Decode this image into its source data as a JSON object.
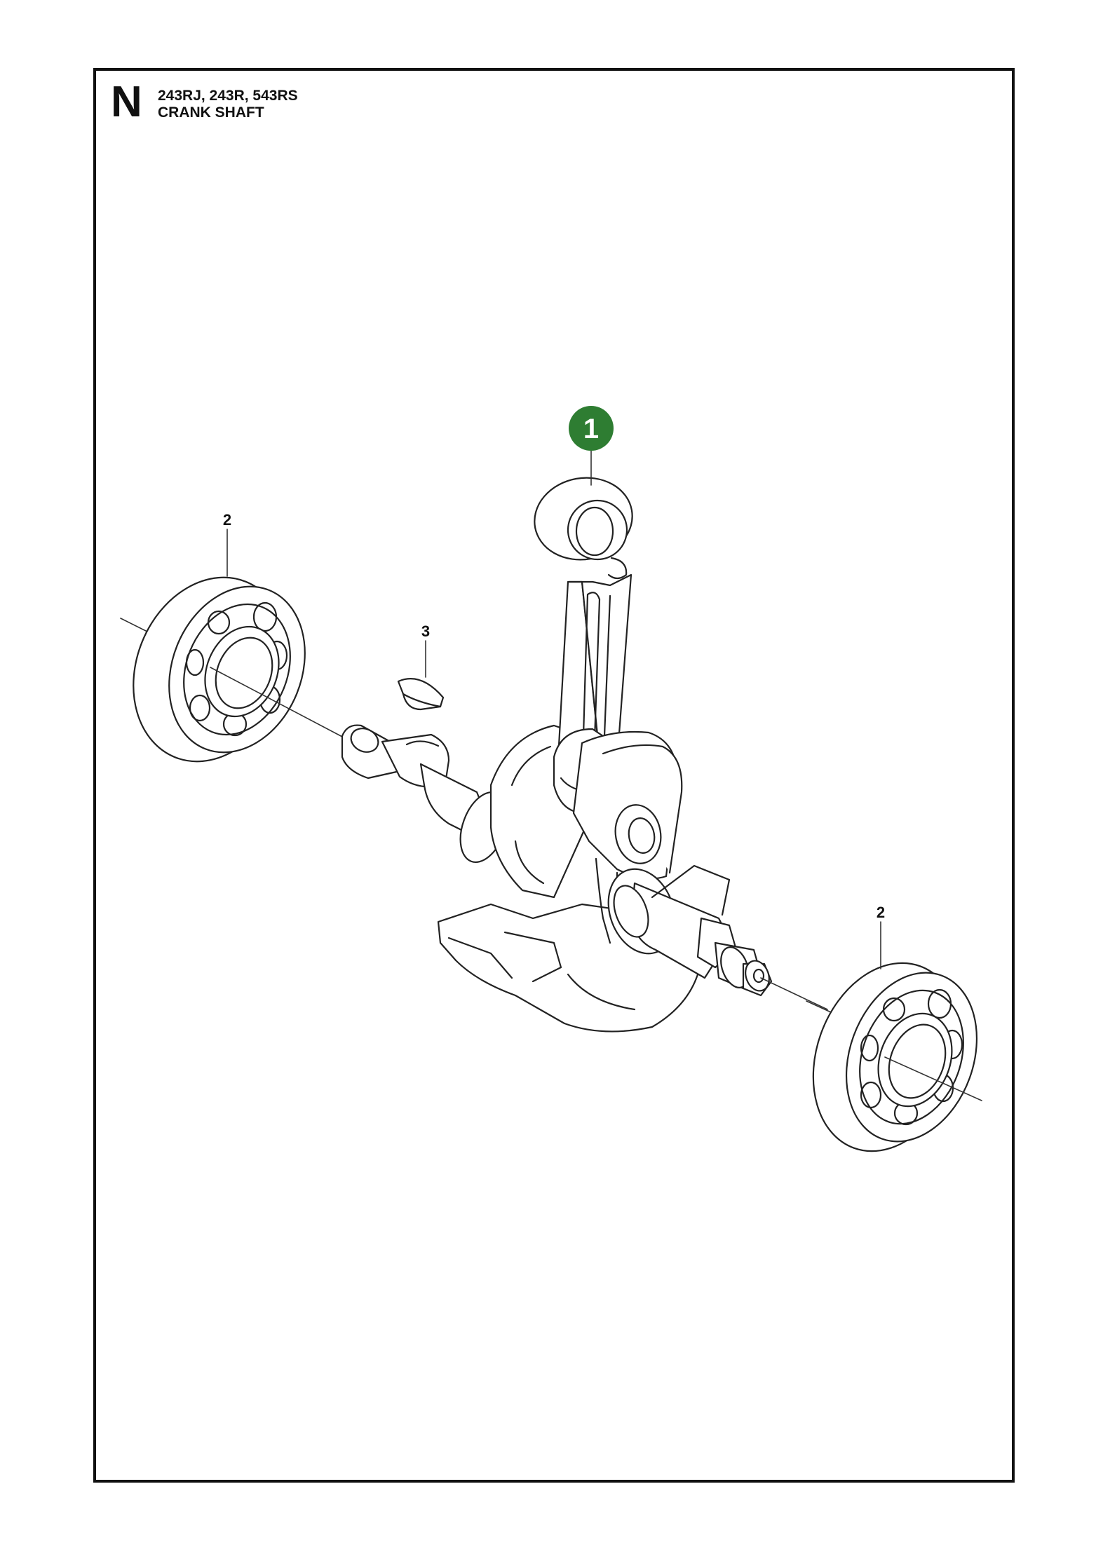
{
  "header": {
    "section_letter": "N",
    "models": "243RJ, 243R, 543RS",
    "title": "CRANK SHAFT"
  },
  "callouts": [
    {
      "id": "callout-1",
      "label": "1",
      "highlighted": true
    },
    {
      "id": "callout-2-left",
      "label": "2",
      "highlighted": false
    },
    {
      "id": "callout-3",
      "label": "3",
      "highlighted": false
    },
    {
      "id": "callout-2-right",
      "label": "2",
      "highlighted": false
    }
  ],
  "colors": {
    "badge_fill": "#2e7d32",
    "line": "#222222",
    "frame": "#111111"
  }
}
